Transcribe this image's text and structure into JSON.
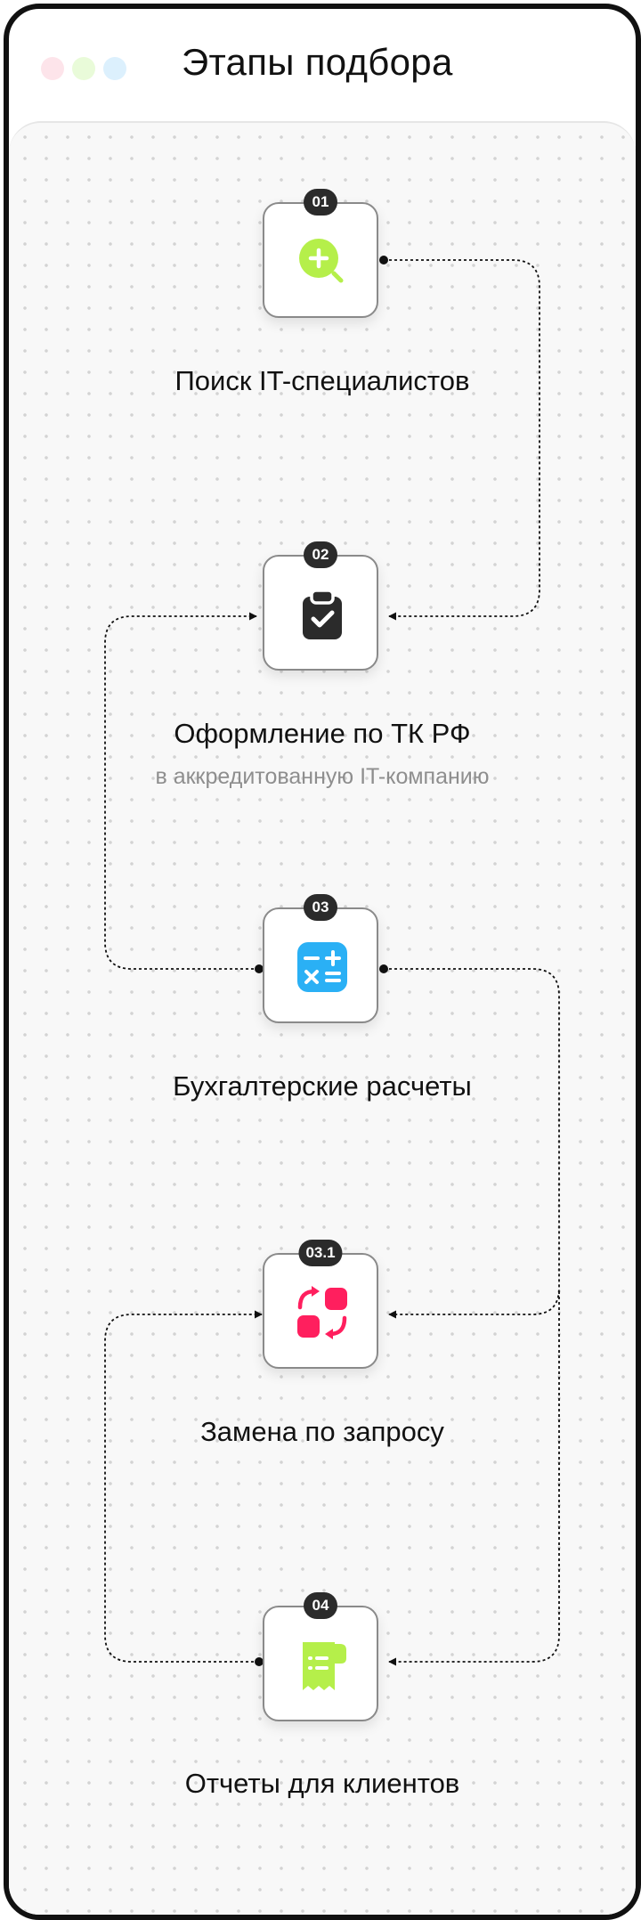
{
  "window": {
    "title": "Этапы подбора",
    "controls": [
      {
        "name": "close",
        "color": "#fde4ea"
      },
      {
        "name": "minimize",
        "color": "#e9fbd9"
      },
      {
        "name": "maximize",
        "color": "#dcf0fd"
      }
    ]
  },
  "steps": [
    {
      "number": "01",
      "label": "Поиск IT-специалистов",
      "icon": "search-plus-icon",
      "color": "#b5ef4a"
    },
    {
      "number": "02",
      "label": "Оформление по ТК РФ",
      "sublabel": "в аккредитованную IT-компанию",
      "icon": "clipboard-check-icon",
      "color": "#2b2b2b"
    },
    {
      "number": "03",
      "label": "Бухгалтерские расчеты",
      "icon": "calculator-icon",
      "color": "#2ab0f5"
    },
    {
      "number": "03.1",
      "label": "Замена по запросу",
      "icon": "swap-icon",
      "color": "#ff1f5e"
    },
    {
      "number": "04",
      "label": "Отчеты для клиентов",
      "icon": "receipt-icon",
      "color": "#b5ef4a"
    }
  ]
}
